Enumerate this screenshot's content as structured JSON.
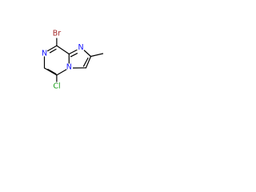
{
  "colors": {
    "bond": "#000000",
    "nitrogen": "#1010ff",
    "bromine": "#a52a2a",
    "chlorine": "#1fa01f"
  },
  "atoms": {
    "bromine": "Br",
    "nitrogen_pyrazine": "N",
    "nitrogen_imidazole": "N",
    "nitrogen_bridgehead": "N",
    "chlorine": "Cl"
  }
}
